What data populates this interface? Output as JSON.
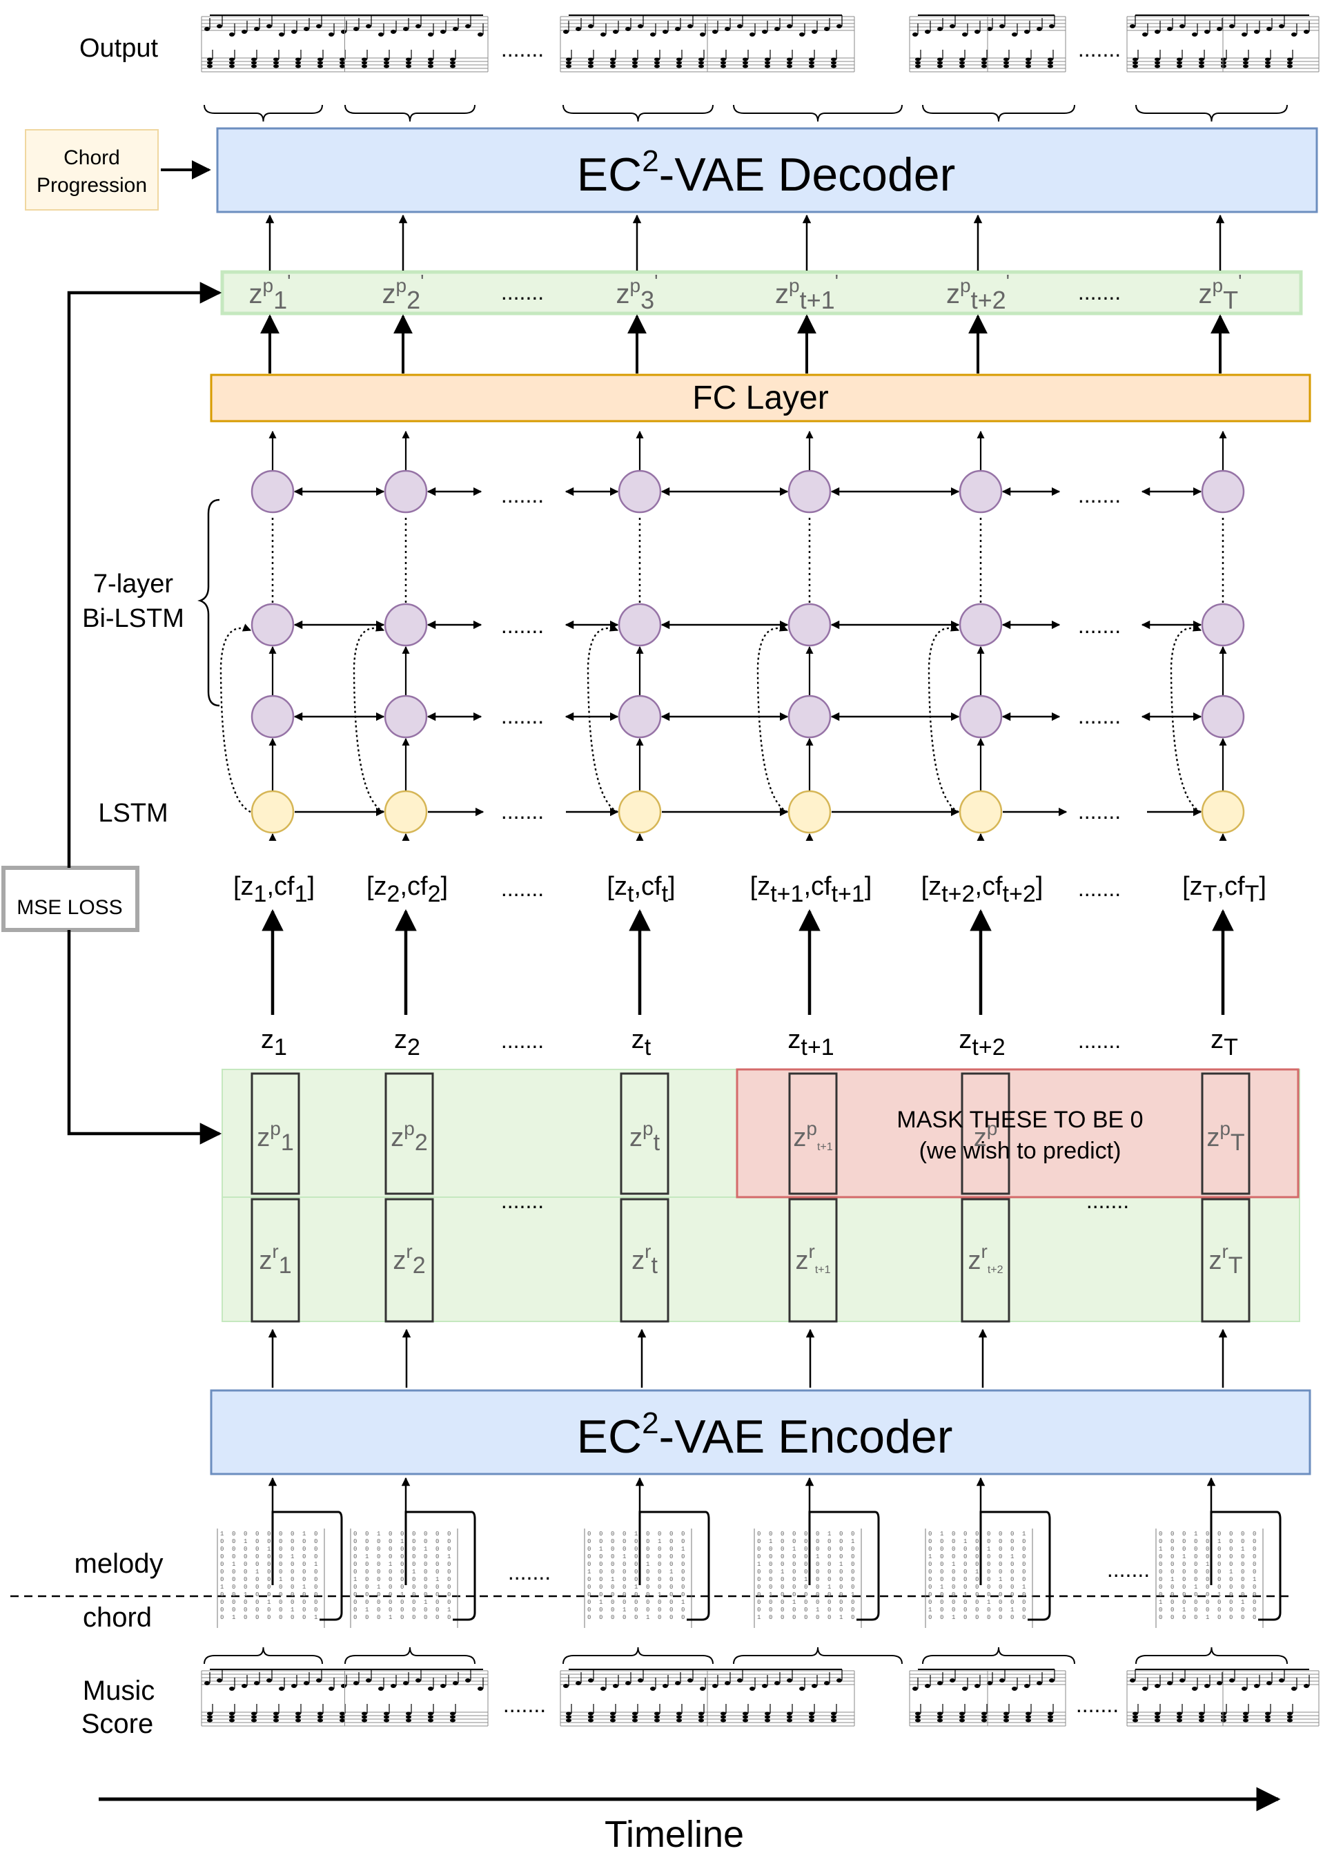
{
  "labels": {
    "output": "Output",
    "chord_progression": [
      "Chord",
      "Progression"
    ],
    "decoder": "-VAE Decoder",
    "encoder": "-VAE Encoder",
    "ec": "EC",
    "sup2": "2",
    "fc_layer": "FC Layer",
    "bilstm": [
      "7-layer",
      "Bi-LSTM"
    ],
    "lstm": "LSTM",
    "mse_loss": "MSE LOSS",
    "mask": [
      "MASK THESE TO BE  0",
      "(we wish to predict)"
    ],
    "melody": "melody",
    "chord": "chord",
    "music_score": [
      "Music",
      "Score"
    ],
    "timeline": "Timeline",
    "ellipsis": "......."
  },
  "outputs": [
    {
      "base": "z",
      "sup": "p",
      "sub": "1",
      "prime": "'"
    },
    {
      "base": "z",
      "sup": "p",
      "sub": "2",
      "prime": "'"
    },
    {
      "base": "z",
      "sup": "p",
      "sub": "3",
      "prime": "'"
    },
    {
      "base": "z",
      "sup": "p",
      "sub": "t+1",
      "prime": "'"
    },
    {
      "base": "z",
      "sup": "p",
      "sub": "t+2",
      "prime": "'"
    },
    {
      "base": "z",
      "sup": "p",
      "sub": "T",
      "prime": "'"
    }
  ],
  "inputs": [
    {
      "z": "1",
      "cf": "1"
    },
    {
      "z": "2",
      "cf": "2"
    },
    {
      "z": "t",
      "cf": "t"
    },
    {
      "z": "t+1",
      "cf": "t+1"
    },
    {
      "z": "t+2",
      "cf": "t+2"
    },
    {
      "z": "T",
      "cf": "T"
    }
  ],
  "z_labels": [
    {
      "base": "z",
      "sub": "1"
    },
    {
      "base": "z",
      "sub": "2"
    },
    {
      "base": "z",
      "sub": "t"
    },
    {
      "base": "z",
      "sub": "t+1"
    },
    {
      "base": "z",
      "sub": "t+2"
    },
    {
      "base": "z",
      "sub": "T"
    }
  ],
  "zp_labels": [
    {
      "base": "z",
      "sup": "p",
      "sub": "1"
    },
    {
      "base": "z",
      "sup": "p",
      "sub": "2"
    },
    {
      "base": "z",
      "sup": "p",
      "sub": "t"
    },
    {
      "base": "z",
      "sup": "p",
      "sub": "t+1"
    },
    {
      "base": "z",
      "sup": "p",
      "sub": ""
    },
    {
      "base": "z",
      "sup": "p",
      "sub": "T"
    }
  ],
  "zr_labels": [
    {
      "base": "z",
      "sup": "r",
      "sub": "1"
    },
    {
      "base": "z",
      "sup": "r",
      "sub": "2"
    },
    {
      "base": "z",
      "sup": "r",
      "sub": "t"
    },
    {
      "base": "z",
      "sup": "r",
      "sub": "t+1"
    },
    {
      "base": "z",
      "sup": "r",
      "sub": "t+2"
    },
    {
      "base": "z",
      "sup": "r",
      "sub": "T"
    }
  ],
  "colors": {
    "vae_fill": "#dae8fc",
    "vae_stroke": "#6c8ebf",
    "fc_fill": "#ffe6cc",
    "fc_stroke": "#d79b00",
    "latent_fill": "#e8f5e1",
    "latent_stroke": "#9fd49a",
    "mask_fill": "#f8cecc",
    "mask_stroke": "#d46a6a",
    "bilstm_fill": "#e1d5e7",
    "bilstm_stroke": "#9673a6",
    "lstm_fill": "#fff2cc",
    "lstm_stroke": "#d6b656",
    "chord_box_fill": "#fff7e6",
    "chord_box_stroke": "#f0d7a0",
    "mse_stroke": "#a8a8a8"
  }
}
